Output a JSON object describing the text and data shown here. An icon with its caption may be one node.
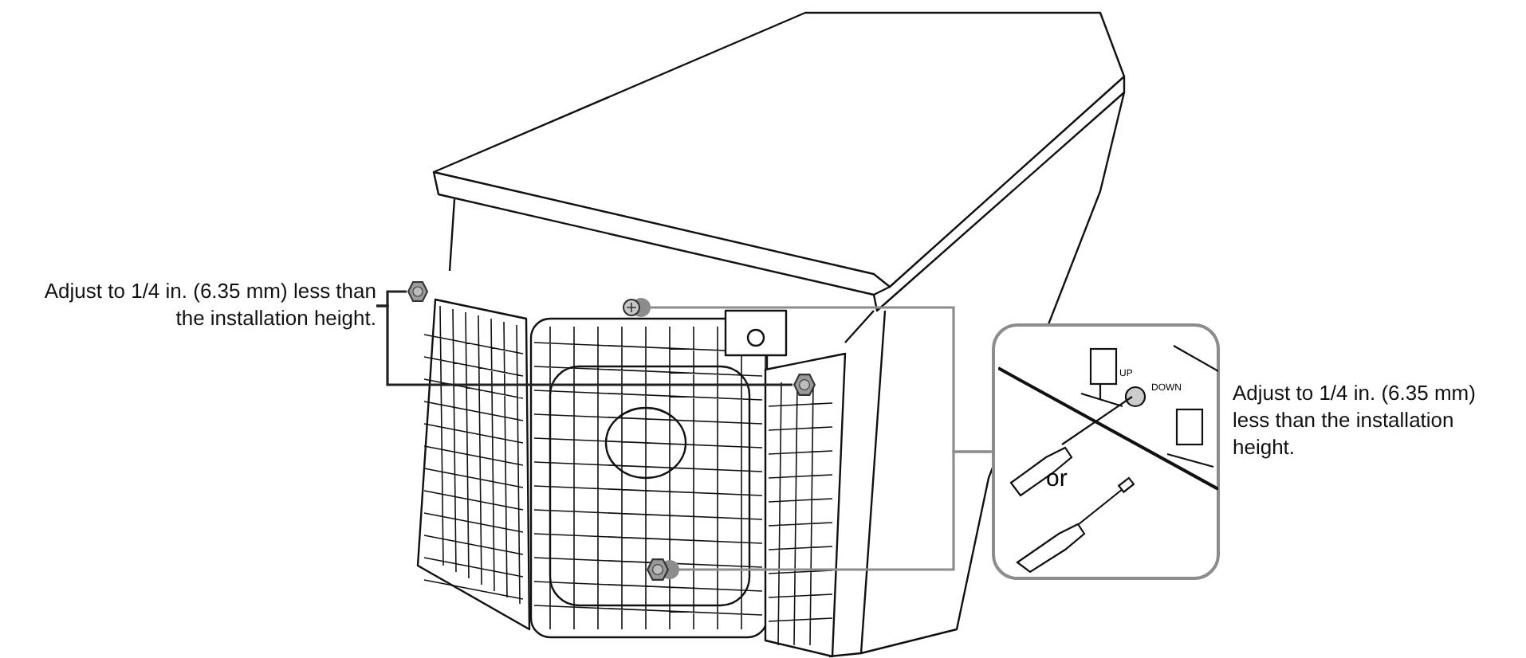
{
  "diagram": {
    "nodes": [
      {
        "text": [
          "Adjust to 1/4 in. (6.35 mm) less than the installation height."
        ]
      },
      {
        "text": [],
        "shape": "hexagon"
      },
      {
        "text": [],
        "shape": "hexagon"
      },
      {
        "text": [],
        "shape": "circle"
      },
      {
        "text": [],
        "shape": "hexagon"
      },
      {
        "text": [
          "or"
        ],
        "beside": [
          "Adjust to 1/4 in. (6.35 mm) less than the installation height."
        ]
      }
    ],
    "edges": [
      {
        "from": 0,
        "to": 1,
        "arrow": "none"
      },
      {
        "from": 0,
        "to": 2,
        "arrow": "none"
      },
      {
        "from": 3,
        "to": 5,
        "arrow": "other",
        "color": "#8c8c8c"
      },
      {
        "from": 4,
        "to": 5,
        "arrow": "other",
        "color": "#8c8c8c"
      }
    ],
    "labels": [
      "UP",
      "DOWN"
    ]
  }
}
